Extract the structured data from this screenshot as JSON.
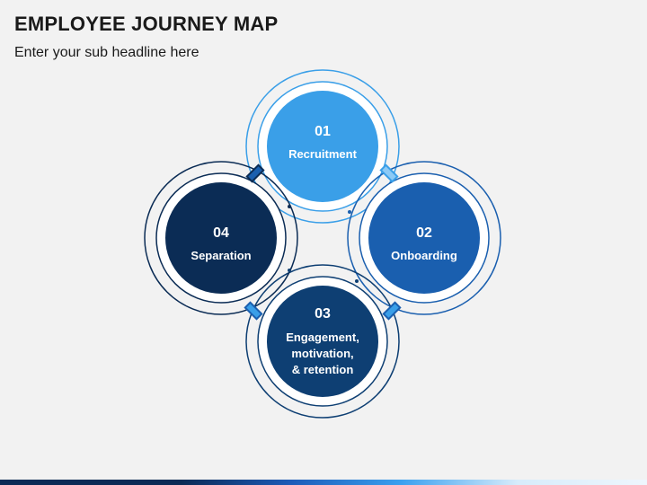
{
  "header": {
    "title": "EMPLOYEE JOURNEY MAP",
    "subtitle": "Enter your sub headline here"
  },
  "steps": [
    {
      "number": "01",
      "label_lines": [
        "Recruitment"
      ],
      "color": "#3a9fe8",
      "ring_color": "#3a9fe8"
    },
    {
      "number": "02",
      "label_lines": [
        "Onboarding"
      ],
      "color": "#1a5faf",
      "ring_color": "#1a5faf"
    },
    {
      "number": "03",
      "label_lines": [
        "Engagement,",
        "motivation,",
        "& retention"
      ],
      "color": "#0e3f73",
      "ring_color": "#0e3f73"
    },
    {
      "number": "04",
      "label_lines": [
        "Separation"
      ],
      "color": "#0b2c55",
      "ring_color": "#0b2c55"
    }
  ],
  "colors": {
    "background": "#f2f2f2",
    "connector": "#3a9fe8",
    "bottom_bar_dark": "#0b2a55",
    "bottom_bar_light": "#3aa0ef"
  }
}
